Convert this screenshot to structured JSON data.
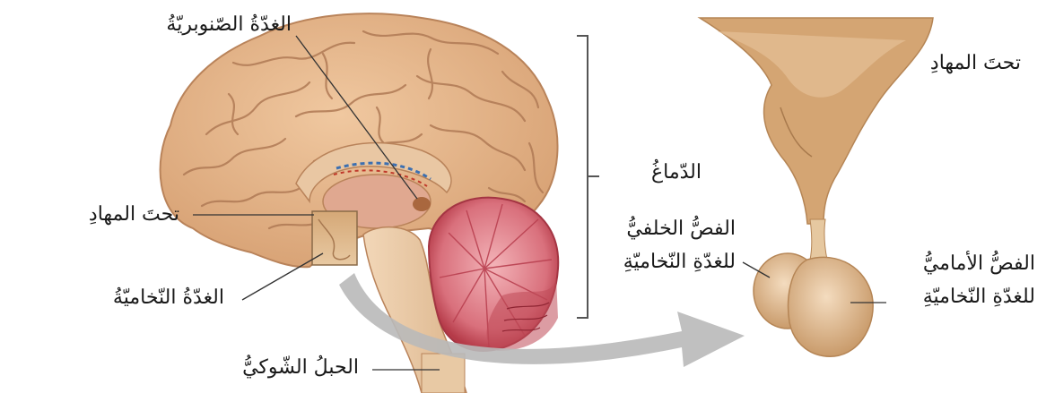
{
  "labels": {
    "pineal_gland": "الغدّةُ الصّنوبريّةُ",
    "hypothalamus_left": "تحتَ المهادِ",
    "pituitary_gland": "الغدّةُ النّخاميّةُ",
    "spinal_cord": "الحبلُ الشّوكيُّ",
    "brain": "الدّماغُ",
    "posterior_lobe_line1": "الفصُّ الخلفيُّ",
    "posterior_lobe_line2": "للغدّةِ النّخاميّةِ",
    "hypothalamus_right": "تحتَ المهادِ",
    "anterior_lobe_line1": "الفصُّ الأماميُّ",
    "anterior_lobe_line2": "للغدّةِ النّخاميّةِ"
  },
  "colors": {
    "brain_fill": "#e3b68c",
    "brain_gyri": "#c98f66",
    "cerebellum": "#d2707a",
    "cerebellum_dark": "#a4303c",
    "brainstem": "#e7c3a0",
    "gland": "#d9b083",
    "gland_light": "#f0d6b4",
    "arrow": "#b7b7b7",
    "leader": "#333333"
  }
}
